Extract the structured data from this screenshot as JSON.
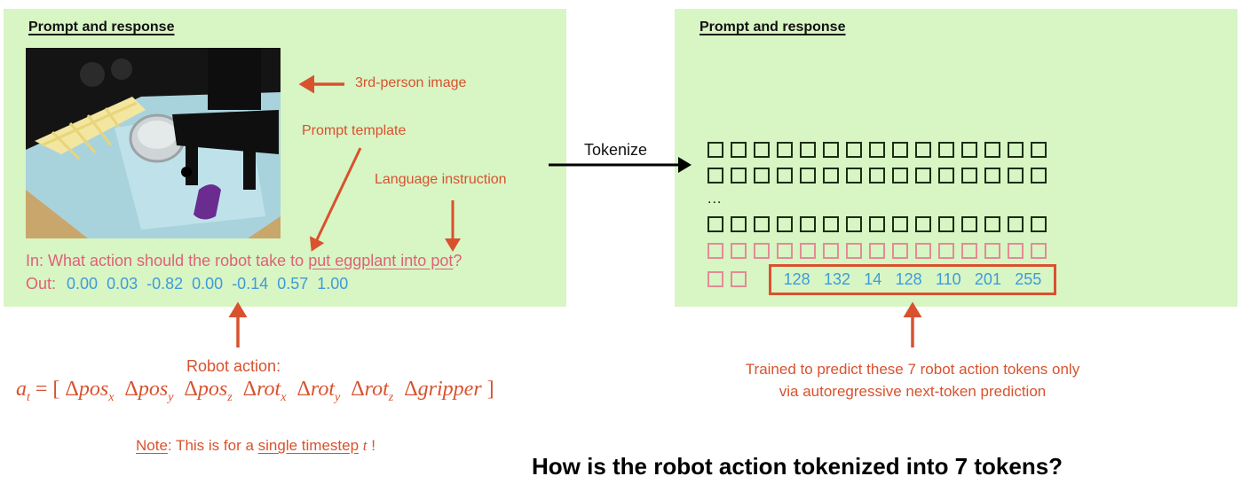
{
  "left_panel": {
    "heading": "Prompt and response",
    "image_label": "3rd-person image",
    "prompt_template_label": "Prompt template",
    "language_instruction_label": "Language instruction",
    "prompt": {
      "prefix": "In: What action should the robot take to ",
      "instruction": "put eggplant into pot",
      "suffix": "?"
    },
    "output": {
      "prefix": "Out:",
      "values": [
        "0.00",
        "0.03",
        "-0.82",
        "0.00",
        "-0.14",
        "0.57",
        "1.00"
      ]
    }
  },
  "arrow": {
    "label": "Tokenize"
  },
  "right_panel": {
    "heading": "Prompt and response",
    "ellipsis": "...",
    "tokens_per_row": 15,
    "action_tokens": [
      "128",
      "132",
      "14",
      "128",
      "110",
      "201",
      "255"
    ]
  },
  "robot_action": {
    "title": "Robot action:",
    "formula": {
      "lhs": "a",
      "lhs_sub": "t",
      "terms": [
        {
          "base": "pos",
          "sub": "x"
        },
        {
          "base": "pos",
          "sub": "y"
        },
        {
          "base": "pos",
          "sub": "z"
        },
        {
          "base": "rot",
          "sub": "x"
        },
        {
          "base": "rot",
          "sub": "y"
        },
        {
          "base": "rot",
          "sub": "z"
        },
        {
          "base": "gripper",
          "sub": ""
        }
      ]
    },
    "note": {
      "label": "Note",
      "text1": ": This is for a ",
      "emphasis": "single timestep",
      "var": "t",
      "end": " !"
    }
  },
  "training_note": {
    "line1": "Trained to predict these 7 robot action tokens only",
    "line2": "via autoregressive next-token prediction"
  },
  "question": "How is the robot action tokenized into 7 tokens?",
  "colors": {
    "panel": "#d8f5c4",
    "annotation": "#d8522e",
    "prompt_pink": "#e0607a",
    "value_blue": "#3f9bd8"
  }
}
